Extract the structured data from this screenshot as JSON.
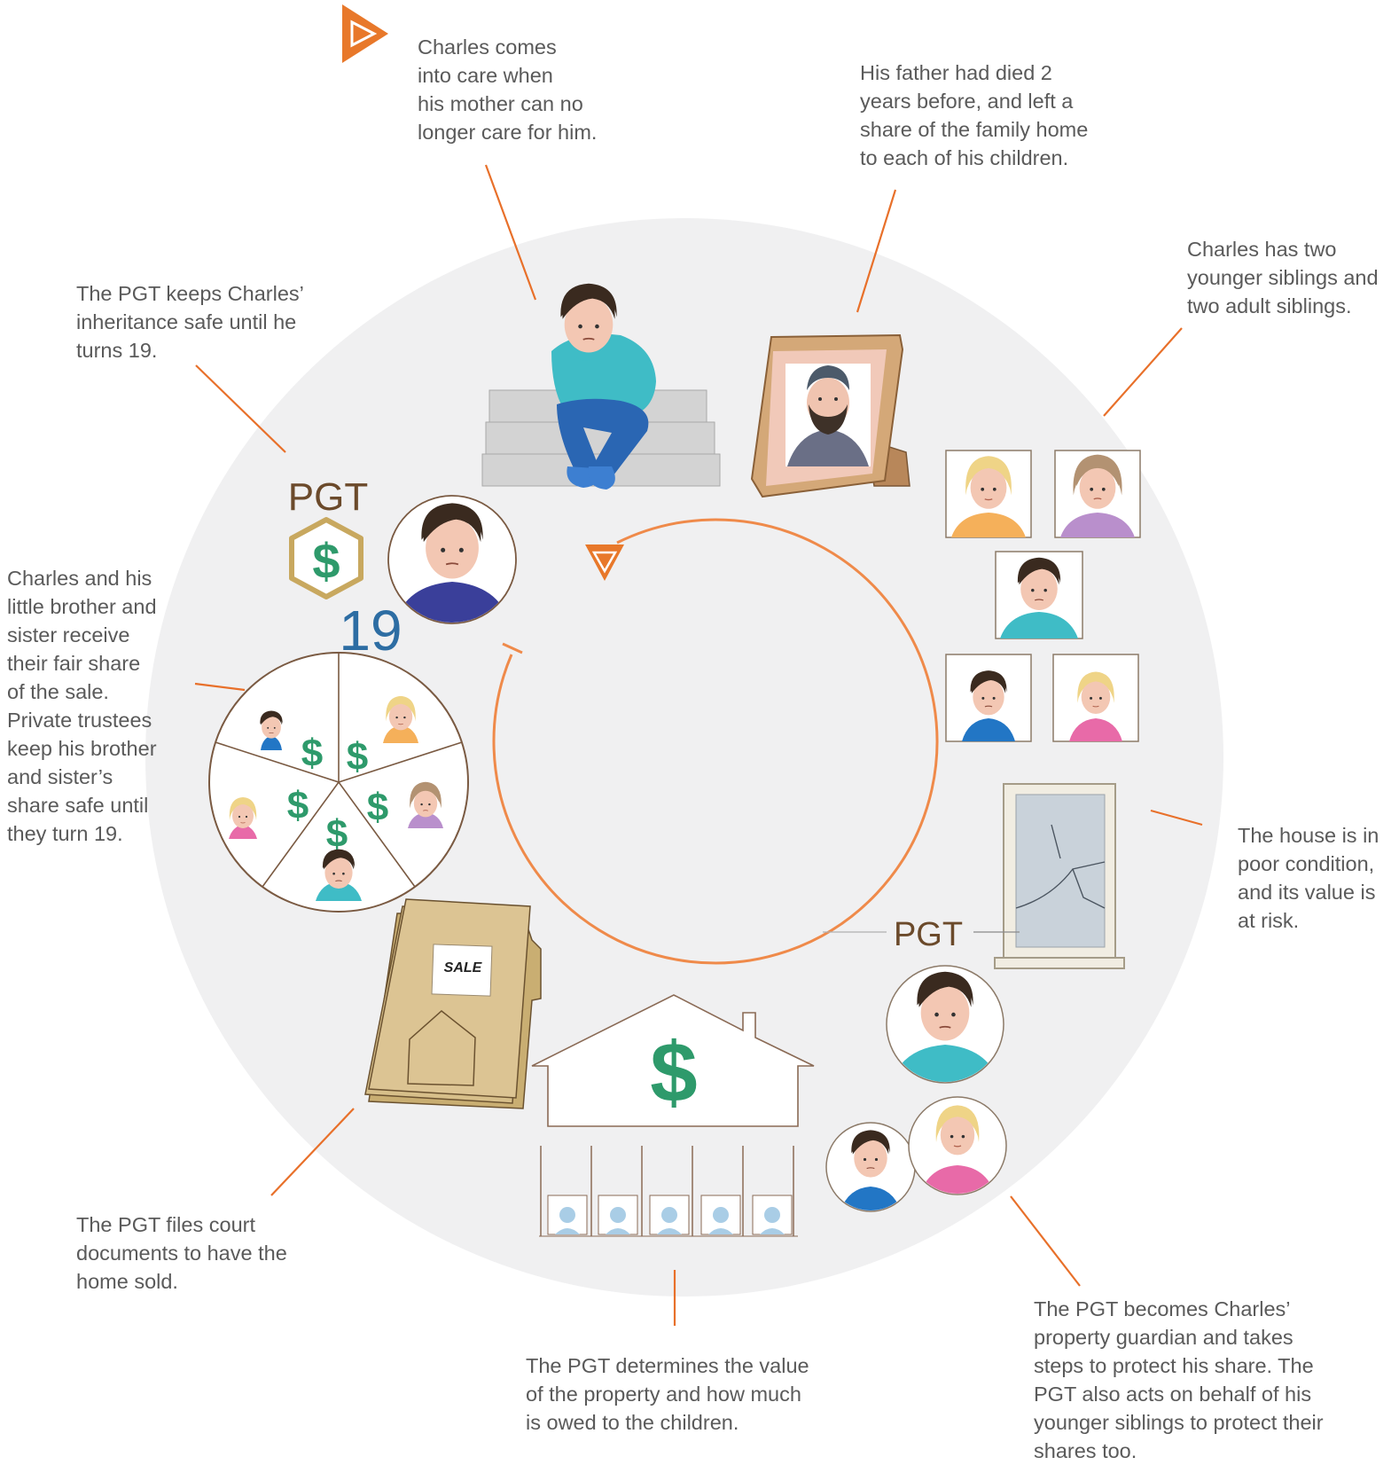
{
  "steps": [
    {
      "id": "comes-into-care",
      "text": "Charles comes\ninto care when\nhis mother can no\nlonger care for him."
    },
    {
      "id": "father-died",
      "text": "His father had died 2\nyears before, and left a\nshare of the family home\nto each of his children."
    },
    {
      "id": "siblings",
      "text": "Charles has two\nyounger siblings and\ntwo adult siblings."
    },
    {
      "id": "house-condition",
      "text": "The house is in\npoor condition,\nand its value is\nat risk."
    },
    {
      "id": "property-guardian",
      "text": "The PGT becomes Charles’\nproperty guardian and takes\nsteps to protect his share. The\nPGT also acts on behalf of his\nyounger siblings to protect their\nshares too."
    },
    {
      "id": "determine-value",
      "text": "The PGT determines the value\nof the property and how much\nis owed to the children."
    },
    {
      "id": "court-documents",
      "text": "The PGT files court\ndocuments to have the\nhome sold."
    },
    {
      "id": "fair-share",
      "text": "Charles and his\nlittle brother and\nsister receive\ntheir fair share\nof the sale.\nPrivate trustees\nkeep his brother\nand sister’s\nshare safe until\nthey turn 19."
    },
    {
      "id": "inheritance-safe",
      "text": "The PGT keeps Charles’\ninheritance safe until he\nturns 19."
    }
  ],
  "labels": {
    "pgt_top": "PGT",
    "pgt_window": "PGT",
    "age": "19",
    "sale": "SALE",
    "dollar": "$"
  },
  "colors": {
    "accent": "#e8782a",
    "circle_bg": "#f0f0f1",
    "leader": "#e8702a",
    "cycle_ring": "#ef8a4a",
    "brown": "#6b4a2b",
    "green": "#2e9a6b",
    "blue_19": "#2d6da3",
    "teal_shirt": "#3fbcc6",
    "navy_shirt": "#3a3f9a",
    "folder": "#d7bf8a"
  }
}
